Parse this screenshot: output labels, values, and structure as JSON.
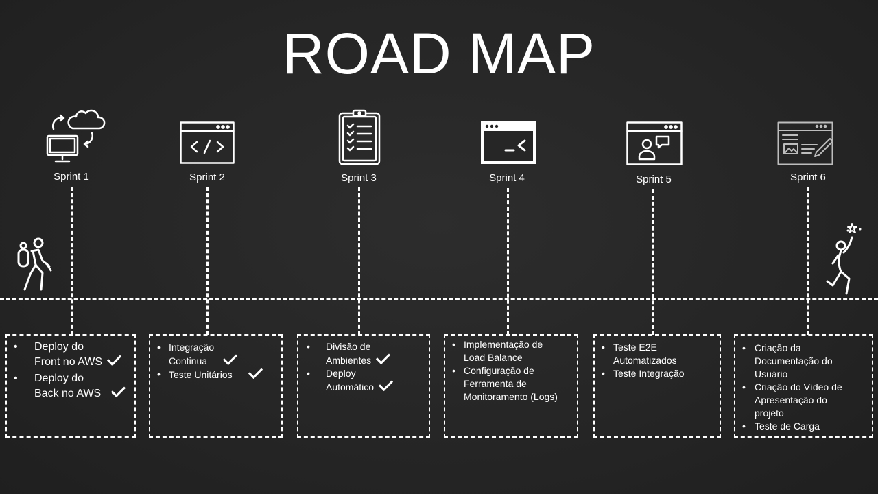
{
  "title": "ROAD MAP",
  "sprints": [
    {
      "label": "Sprint 1",
      "icon": "cloud-sync-computer-icon",
      "items": [
        {
          "lines": [
            "Deploy do",
            "Front no AWS"
          ],
          "done": true
        },
        {
          "lines": [
            "Deploy do",
            "Back no AWS"
          ],
          "done": true
        }
      ]
    },
    {
      "label": "Sprint 2",
      "icon": "code-window-icon",
      "items": [
        {
          "lines": [
            "Integração",
            "Continua"
          ],
          "done": true
        },
        {
          "lines": [
            "Teste Unitários"
          ],
          "done": true
        }
      ]
    },
    {
      "label": "Sprint 3",
      "icon": "clipboard-checklist-icon",
      "items": [
        {
          "lines": [
            "Divisão de",
            "Ambientes"
          ],
          "done": true
        },
        {
          "lines": [
            "Deploy",
            "Automático"
          ],
          "done": true
        }
      ]
    },
    {
      "label": "Sprint 4",
      "icon": "terminal-window-icon",
      "items": [
        {
          "lines": [
            "Implementação de",
            "Load Balance"
          ],
          "done": false
        },
        {
          "lines": [
            "Configuração de",
            "Ferramenta de",
            "Monitoramento (Logs)"
          ],
          "done": false
        }
      ]
    },
    {
      "label": "Sprint 5",
      "icon": "video-chat-window-icon",
      "items": [
        {
          "lines": [
            "Teste E2E",
            "Automatizados"
          ],
          "done": false
        },
        {
          "lines": [
            "Teste Integração"
          ],
          "done": false
        }
      ]
    },
    {
      "label": "Sprint 6",
      "icon": "design-window-icon",
      "items": [
        {
          "lines": [
            "Criação da",
            "Documentação do",
            "Usuário"
          ],
          "done": false
        },
        {
          "lines": [
            "Criação do Vídeo de",
            "Apresentação do",
            "projeto"
          ],
          "done": false
        },
        {
          "lines": [
            "Teste de Carga"
          ],
          "done": false
        }
      ]
    }
  ],
  "start_figure": "hiker-icon",
  "end_figure": "celebrating-person-icon"
}
